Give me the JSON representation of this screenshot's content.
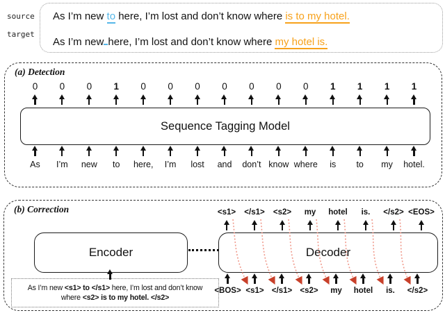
{
  "example": {
    "source_label": "source",
    "target_label": "target",
    "source": {
      "p1": "As I’m new ",
      "deleted": "to",
      "p2": " here, I’m lost and don’t know where ",
      "replaced": "is to my hotel."
    },
    "target": {
      "p1": "As I’m new",
      "gap": " ",
      "p2": "here, I’m lost and don’t know where ",
      "replaced": "my hotel is."
    }
  },
  "detection": {
    "panel_label": "(a) Detection",
    "model_label": "Sequence Tagging Model",
    "columns": [
      {
        "label": "0",
        "token": "As"
      },
      {
        "label": "0",
        "token": "I’m"
      },
      {
        "label": "0",
        "token": "new"
      },
      {
        "label": "1",
        "token": "to"
      },
      {
        "label": "0",
        "token": "here,"
      },
      {
        "label": "0",
        "token": "I’m"
      },
      {
        "label": "0",
        "token": "lost"
      },
      {
        "label": "0",
        "token": "and"
      },
      {
        "label": "0",
        "token": "don’t"
      },
      {
        "label": "0",
        "token": "know"
      },
      {
        "label": "0",
        "token": "where"
      },
      {
        "label": "1",
        "token": "is"
      },
      {
        "label": "1",
        "token": "to"
      },
      {
        "label": "1",
        "token": "my"
      },
      {
        "label": "1",
        "token": "hotel."
      }
    ]
  },
  "correction": {
    "panel_label": "(b) Correction",
    "encoder_label": "Encoder",
    "decoder_label": "Decoder",
    "decoder_outputs": [
      "<s1>",
      "</s1>",
      "<s2>",
      "my",
      "hotel",
      "is.",
      "</s2>",
      "<EOS>"
    ],
    "decoder_inputs": [
      "<BOS>",
      "<s1>",
      "</s1>",
      "<s2>",
      "my",
      "hotel",
      "is.",
      "</s2>"
    ],
    "encoder_input": {
      "l1_pre": "As I’m new ",
      "l1_tag": "<s1> to </s1>",
      "l1_post": " here, I’m lost and don’t know",
      "l2_pre": "where ",
      "l2_tag": "<s2> is to my hotel. </s2>"
    }
  },
  "colors": {
    "insertion_blue": "#55b7e8",
    "replacement_orange": "#f7a11a",
    "attention_red_line": "#f0998b",
    "attention_red_head": "#c8402a"
  }
}
